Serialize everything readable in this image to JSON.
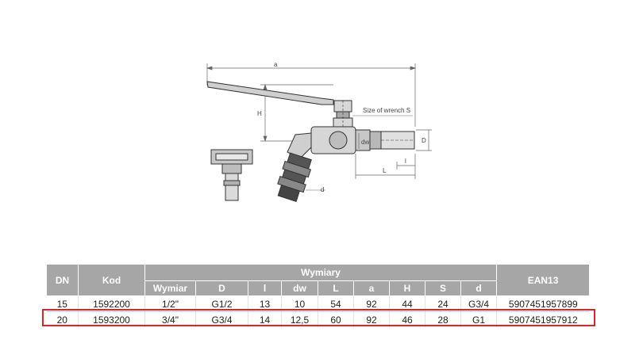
{
  "drawing": {
    "labels": {
      "a": "a",
      "H": "H",
      "size_of_wrench": "Size of wrench S",
      "D": "D",
      "dw": "dw",
      "l": "l",
      "L": "L",
      "d": "d"
    }
  },
  "table": {
    "header": {
      "dn": "DN",
      "kod": "Kod",
      "wymiary": "Wymiary",
      "ean": "EAN13",
      "sub": [
        "Wymiar",
        "D",
        "l",
        "dw",
        "L",
        "a",
        "H",
        "S",
        "d"
      ]
    },
    "rows": [
      [
        "15",
        "1592200",
        "1/2\"",
        "G1/2",
        "13",
        "10",
        "54",
        "92",
        "44",
        "24",
        "G3/4",
        "5907451957899"
      ],
      [
        "20",
        "1593200",
        "3/4\"",
        "G3/4",
        "14",
        "12,5",
        "60",
        "92",
        "46",
        "28",
        "G1",
        "5907451957912"
      ]
    ],
    "highlight_color": "#d9262b",
    "header_color": "#a6a6a6"
  }
}
